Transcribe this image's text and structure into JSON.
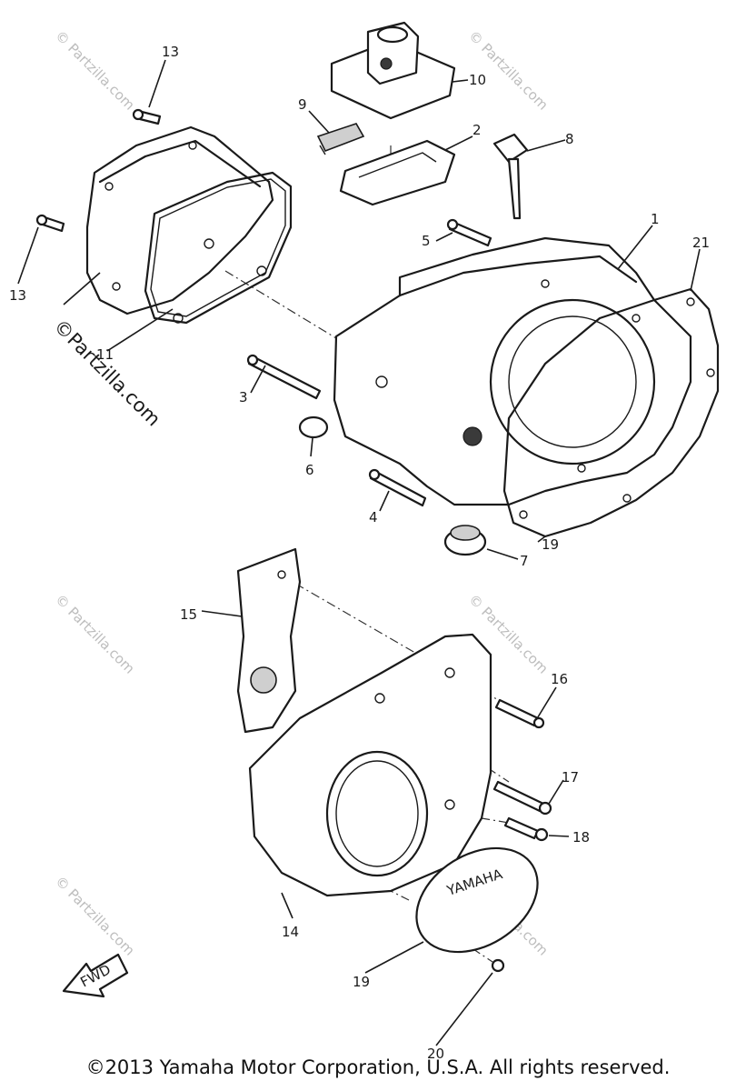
{
  "watermark": {
    "text": "© Partzilla.com",
    "side_text": "©Partzilla.com"
  },
  "labels": {
    "p1": "1",
    "p2": "2",
    "p3": "3",
    "p4": "4",
    "p5": "5",
    "p6": "6",
    "p7": "7",
    "p8": "8",
    "p9": "9",
    "p10": "10",
    "p11": "11",
    "p13a": "13",
    "p13b": "13",
    "p14": "14",
    "p15": "15",
    "p16": "16",
    "p17": "17",
    "p18": "18",
    "p19a": "19",
    "p19b": "19",
    "p20": "20",
    "p21": "21"
  },
  "cover_text": "YAMAHA",
  "fwd_text": "FWD",
  "copyright": "©2013 Yamaha Motor Corporation, U.S.A. All rights reserved."
}
